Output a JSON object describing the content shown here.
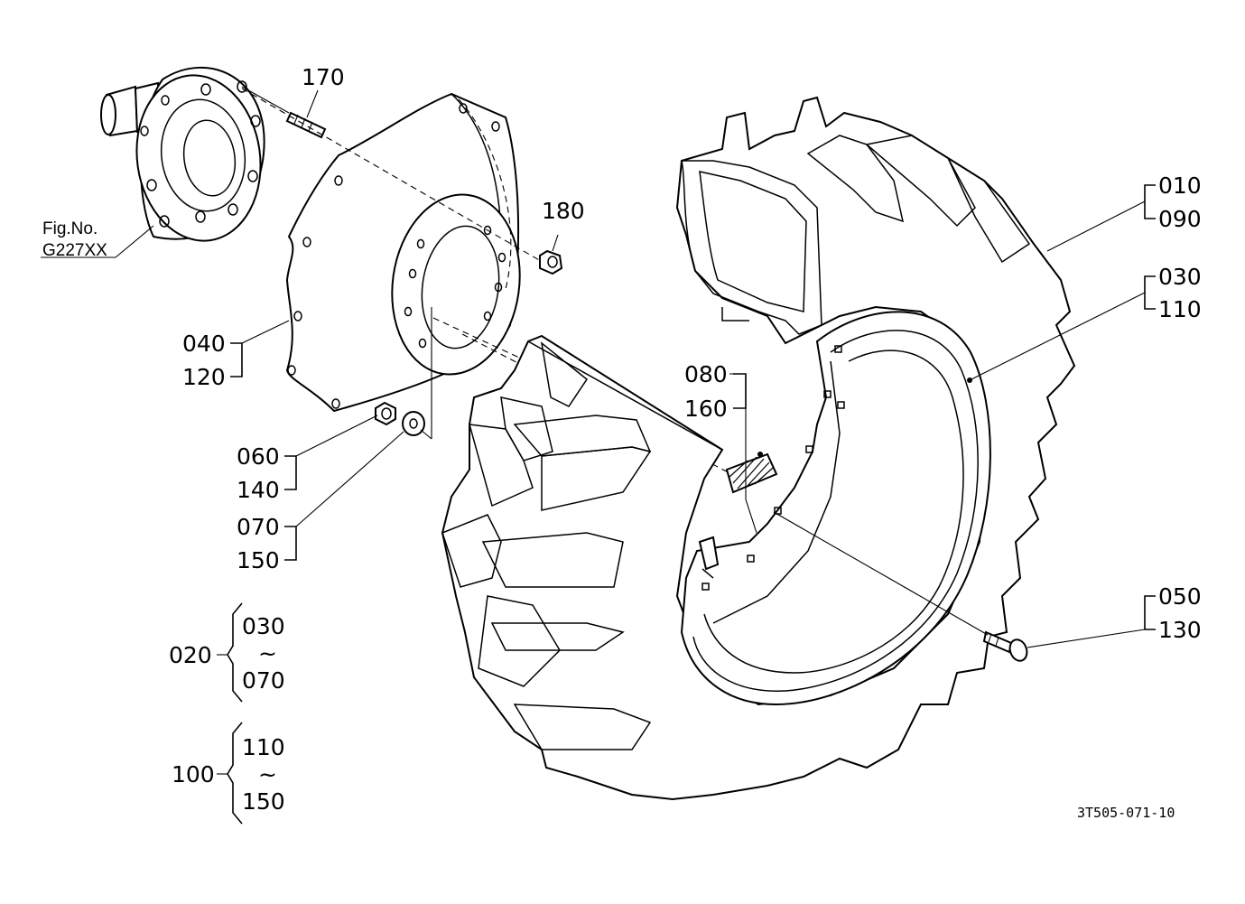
{
  "figure": {
    "fig_no_label": "Fig.No.",
    "fig_no_value": "G227XX",
    "drawing_code": "3T505-071-10"
  },
  "callouts": {
    "c170": "170",
    "c180": "180",
    "c010": "010",
    "c090": "090",
    "c030": "030",
    "c110": "110",
    "c040": "040",
    "c120": "120",
    "c080": "080",
    "c160": "160",
    "c060": "060",
    "c140": "140",
    "c070": "070",
    "c150": "150",
    "c050": "050",
    "c130": "130"
  },
  "assemblies": [
    {
      "id": "020",
      "from": "030",
      "tilde": "~",
      "to": "070"
    },
    {
      "id": "100",
      "from": "110",
      "tilde": "~",
      "to": "150"
    }
  ]
}
